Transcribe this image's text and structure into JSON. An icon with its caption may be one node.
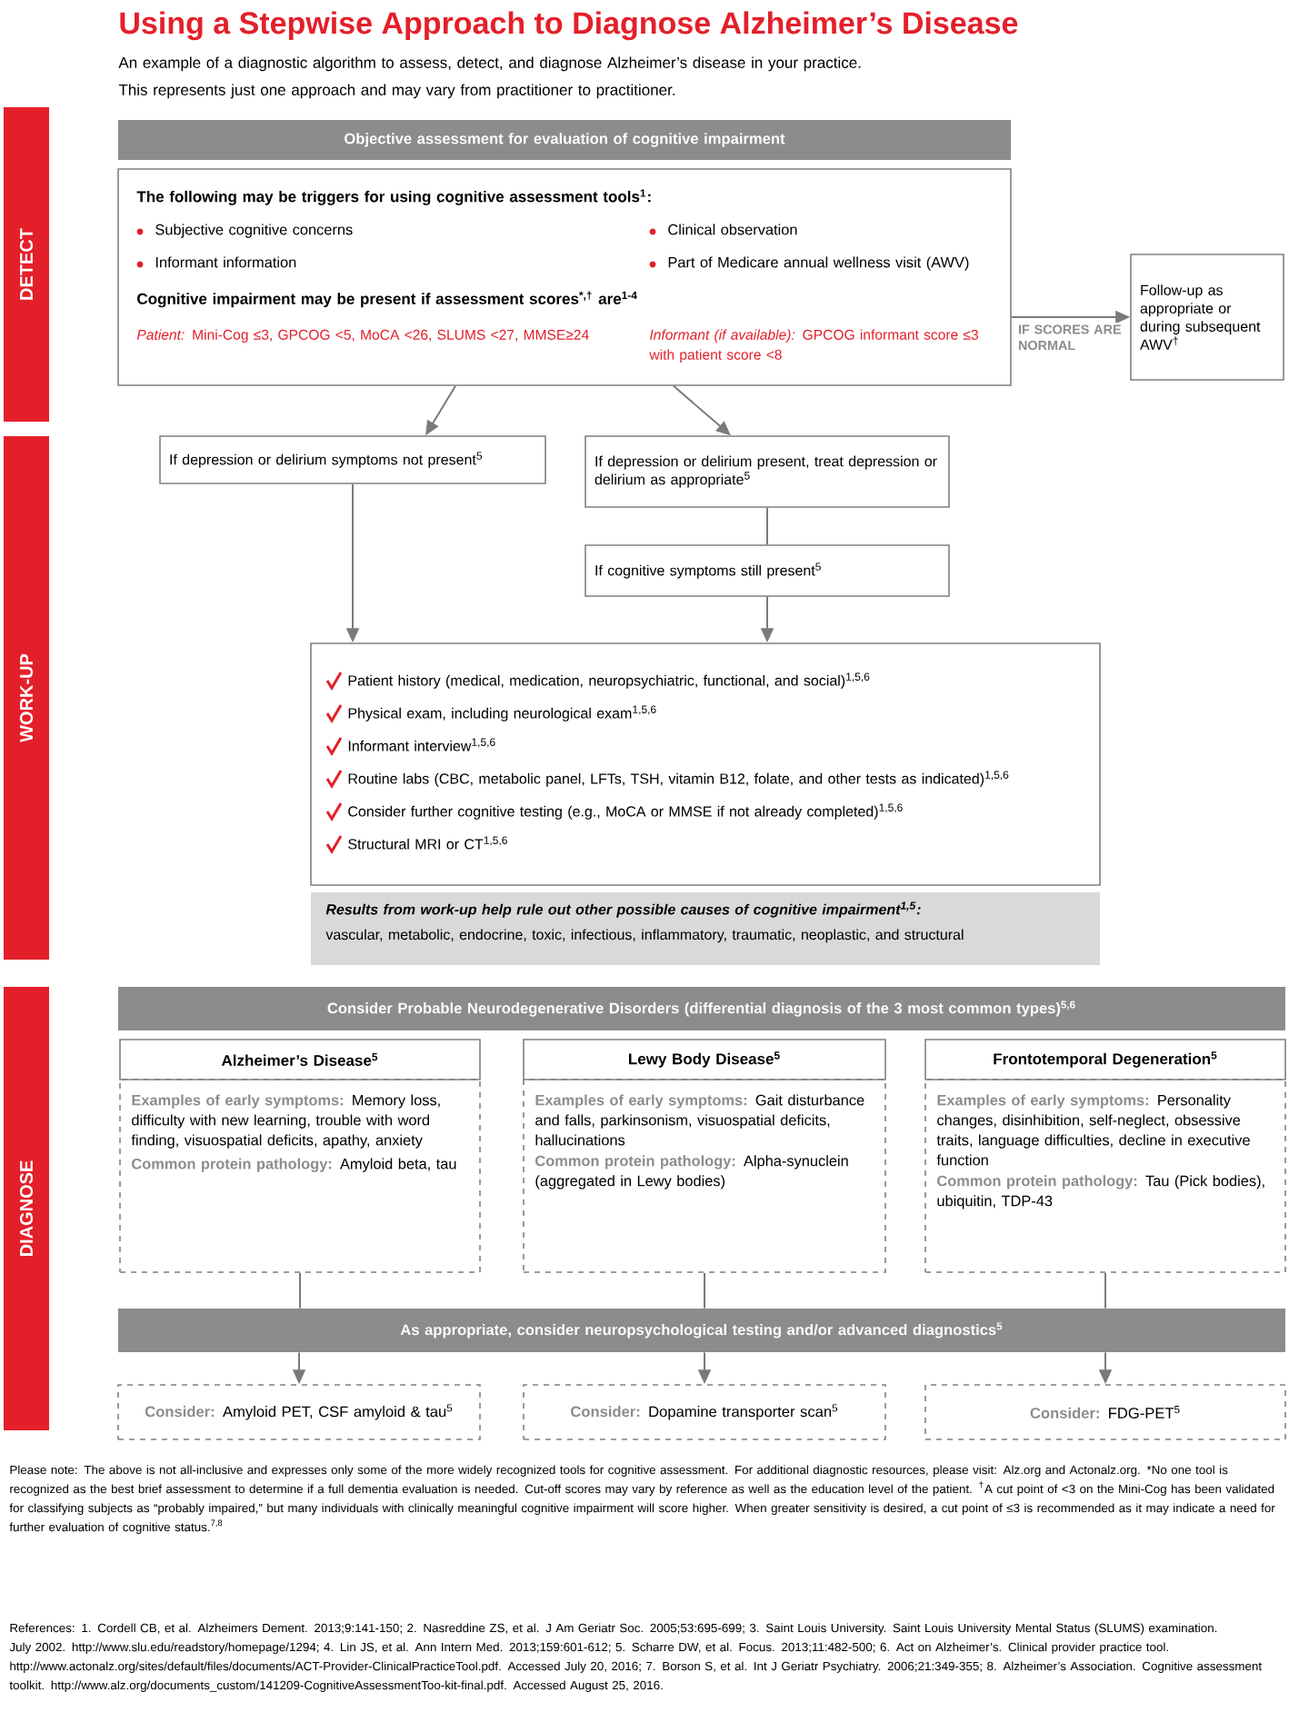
{
  "diagram": {
    "title": "Using a Stepwise Approach to Diagnose Alzheimer’s Disease",
    "nodes": [
      {
        "text": [
          "DETECT"
        ]
      },
      {
        "text": [
          "WORK-UP"
        ]
      },
      {
        "text": [
          "DIAGNOSE"
        ]
      },
      {
        "text": [
          "Objective assessment for evaluation of cognitive impairment"
        ]
      },
      {
        "text": [
          "The following may be triggers for using cognitive assessment tools$^{1}$:",
          "Subjective cognitive concerns",
          "Clinical observation",
          "Informant information",
          "Part of Medicare annual wellness visit (AWV)",
          "Cognitive impairment may be present if assessment scores$^{*,†}$ are$^{1-4}$",
          "*Patient:* Mini-Cog ≤3, GPCOG <5, MoCA <26, SLUMS <27, MMSE≥24",
          "*Informant (if available):* GPCOG informant score ≤3 with patient score <8"
        ]
      },
      {
        "text": [
          "Follow-up as appropriate or during subsequent AWV$^{†}$"
        ]
      },
      {
        "text": [
          "If depression or delirium symptoms not present$^{5}$"
        ]
      },
      {
        "text": [
          "If depression or delirium present, treat depression or delirium as appropriate$^{5}$"
        ]
      },
      {
        "text": [
          "If cognitive symptoms still present$^{5}$"
        ]
      },
      {
        "text": [
          "Patient history (medical, medication, neuropsychiatric, functional, and social)$^{1,5,6}$",
          "Physical exam, including neurological exam$^{1,5,6}$",
          "Informant interview$^{1,5,6}$",
          "Routine labs (CBC, metabolic panel, LFTs, TSH, vitamin B12, folate, and other tests as indicated)$^{1,5,6}$",
          "Consider further cognitive testing (e.g., MoCA or MMSE if not already completed)$^{1,5,6}$",
          "Structural MRI or CT$^{1,5,6}$"
        ]
      },
      {
        "text": [
          "Results from work-up help rule out other possible causes of cognitive impairment$^{1,5}$:",
          "vascular, metabolic, endocrine, toxic, infectious, inflammatory, traumatic, neoplastic, and structural"
        ]
      },
      {
        "text": [
          "Consider Probable Neurodegenerative Disorders (differential diagnosis of the 3 most common types)$^{5,6}$"
        ]
      },
      {
        "text": [
          "Alzheimer’s Disease$^{5}$"
        ]
      },
      {
        "text": [
          "**Examples of early symptoms:** Memory loss, difficulty with new learning, trouble with word finding, visuospatial deficits, apathy, anxiety",
          "**Common protein pathology:** Amyloid beta, tau"
        ]
      },
      {
        "text": [
          "Lewy Body Disease$^{5}$"
        ]
      },
      {
        "text": [
          "**Examples of early symptoms:** Gait disturbance and falls, parkinsonism, visuospatial deficits, hallucinations",
          "**Common protein pathology:** Alpha-synuclein (aggregated in Lewy bodies)"
        ]
      },
      {
        "text": [
          "Frontotemporal Degeneration$^{5}$"
        ]
      },
      {
        "text": [
          "**Examples of early symptoms:** Personality changes, disinhibition, self-neglect, obsessive traits, language difficulties, decline in executive function",
          "**Common protein pathology:** Tau (Pick bodies), ubiquitin, TDP-43"
        ]
      },
      {
        "text": [
          "As appropriate, consider neuropsychological testing and/or advanced diagnostics$^{5}$"
        ]
      },
      {
        "text": [
          "**Consider:** Amyloid PET, CSF amyloid & tau$^{5}$"
        ]
      },
      {
        "text": [
          "**Consider:** Dopamine transporter scan$^{5}$"
        ]
      },
      {
        "text": [
          "**Consider:** FDG-PET$^{5}$"
        ]
      }
    ],
    "edges": [
      {
        "from": 4,
        "to": 5,
        "arrow": "to",
        "label": "IF SCORES ARE NORMAL"
      },
      {
        "from": 4,
        "to": 6,
        "arrow": "to"
      },
      {
        "from": 4,
        "to": 7,
        "arrow": "to"
      },
      {
        "from": 6,
        "to": 9,
        "arrow": "to"
      },
      {
        "from": 7,
        "to": 8,
        "arrow": "none"
      },
      {
        "from": 8,
        "to": 9,
        "arrow": "to"
      },
      {
        "from": 13,
        "to": 18,
        "arrow": "none"
      },
      {
        "from": 15,
        "to": 18,
        "arrow": "none"
      },
      {
        "from": 17,
        "to": 18,
        "arrow": "none"
      },
      {
        "from": 18,
        "to": 19,
        "arrow": "to"
      },
      {
        "from": 18,
        "to": 20,
        "arrow": "to"
      },
      {
        "from": 18,
        "to": 21,
        "arrow": "to"
      }
    ],
    "labels": [
      "An example of a diagnostic algorithm to assess, detect, and diagnose Alzheimer’s disease in your practice.",
      "This represents just one approach and may vary from practitioner to practitioner.",
      "Please note: The above is not all-inclusive and expresses only some of the more widely recognized tools for cognitive assessment. For additional diagnostic resources, please visit: Alz.org and Actonalz.org. *No one tool is recognized as the best brief assessment to determine if a full dementia evaluation is needed. Cut-off scores may vary by reference as well as the education level of the patient. $^{†}$A cut point of <3 on the Mini-Cog has been validated for classifying subjects as “probably impaired,” but many individuals with clinically meaningful cognitive impairment will score higher. When greater sensitivity is desired, a cut point of ≤3 is recommended as it may indicate a need for further evaluation of cognitive status.$^{7,8}$",
      "References: 1. Cordell CB, et al. Alzheimers Dement. 2013;9:141-150; 2. Nasreddine ZS, et al. J Am Geriatr Soc. 2005;53:695-699; 3. Saint Louis University. Saint Louis University Mental Status (SLUMS) examination. July 2002. http://www.slu.edu/readstory/homepage/1294; 4. Lin JS, et al. Ann Intern Med. 2013;159:601-612; 5. Scharre DW, et al. Focus. 2013;11:482-500; 6. Act on Alzheimer’s. Clinical provider practice tool. http://www.actonalz.org/sites/default/files/documents/ACT-Provider-ClinicalPracticeTool.pdf. Accessed July 20, 2016; 7. Borson S, et al. Int J Geriatr Psychiatry. 2006;21:349-355; 8. Alzheimer’s Association. Cognitive assessment toolkit. http://www.alz.org/documents_custom/141209-CognitiveAssessmentToo-kit-final.pdf. Accessed August 25, 2016."
    ]
  }
}
